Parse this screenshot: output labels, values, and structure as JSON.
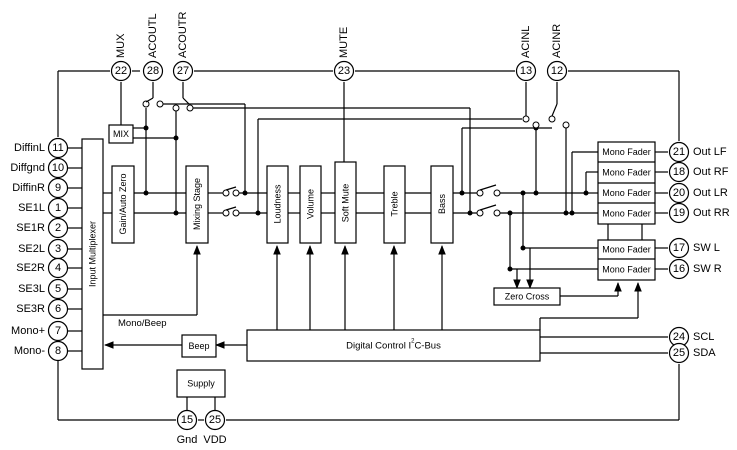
{
  "diagram": {
    "blocks": {
      "input_multiplexer": "Input Multiplexer",
      "gain_auto_zero": "Gain/Auto Zero",
      "mix": "MIX",
      "mixing_stage": "Mixing Stage",
      "loudness": "Loudness",
      "volume": "Volume",
      "soft_mute": "Soft Mute",
      "treble": "Treble",
      "bass": "Bass",
      "mono_fader_1": "Mono Fader",
      "mono_fader_2": "Mono Fader",
      "mono_fader_3": "Mono Fader",
      "mono_fader_4": "Mono Fader",
      "mono_fader_5": "Mono Fader",
      "mono_fader_6": "Mono Fader",
      "zero_cross": "Zero Cross",
      "digital_control_prefix": "Digital Control I",
      "digital_control_sup": "2",
      "digital_control_suffix": "C-Bus",
      "beep": "Beep",
      "supply": "Supply",
      "mono_beep": "Mono/Beep"
    },
    "pins_left": [
      {
        "num": "11",
        "label": "DiffinL"
      },
      {
        "num": "10",
        "label": "Diffgnd"
      },
      {
        "num": "9",
        "label": "DiffinR"
      },
      {
        "num": "1",
        "label": "SE1L"
      },
      {
        "num": "2",
        "label": "SE1R"
      },
      {
        "num": "3",
        "label": "SE2L"
      },
      {
        "num": "4",
        "label": "SE2R"
      },
      {
        "num": "5",
        "label": "SE3L"
      },
      {
        "num": "6",
        "label": "SE3R"
      },
      {
        "num": "7",
        "label": "Mono+"
      },
      {
        "num": "8",
        "label": "Mono-"
      }
    ],
    "pins_top": [
      {
        "num": "22",
        "label": "MUX"
      },
      {
        "num": "28",
        "label": "ACOUTL"
      },
      {
        "num": "27",
        "label": "ACOUTR"
      },
      {
        "num": "23",
        "label": "MUTE"
      },
      {
        "num": "13",
        "label": "ACINL"
      },
      {
        "num": "12",
        "label": "ACINR"
      }
    ],
    "pins_right": [
      {
        "num": "21",
        "label": "Out LF"
      },
      {
        "num": "18",
        "label": "Out RF"
      },
      {
        "num": "20",
        "label": "Out LR"
      },
      {
        "num": "19",
        "label": "Out RR"
      },
      {
        "num": "17",
        "label": "SW L"
      },
      {
        "num": "16",
        "label": "SW R"
      },
      {
        "num": "24",
        "label": "SCL"
      },
      {
        "num": "25",
        "label": "SDA"
      }
    ],
    "pins_bottom": [
      {
        "num": "15",
        "label": "Gnd"
      },
      {
        "num": "25",
        "label": "VDD"
      }
    ]
  }
}
